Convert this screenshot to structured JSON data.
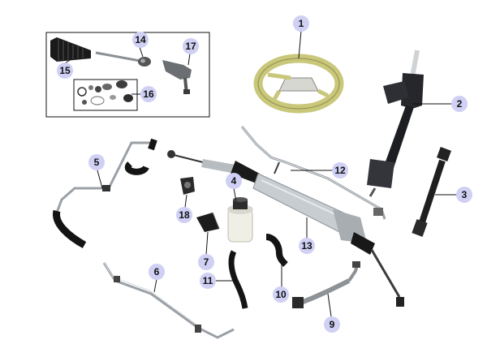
{
  "colors": {
    "badge_fill": "#cfd0f4",
    "leader_line": "#111111",
    "steering_wheel": "#c9c77a",
    "column_dark": "#1d1e22",
    "metal_light": "#cfd3d6",
    "hose_black": "#141414"
  },
  "callouts": {
    "c1": "1",
    "c2": "2",
    "c3": "3",
    "c4": "4",
    "c5": "5",
    "c6": "6",
    "c7": "7",
    "c9": "9",
    "c10": "10",
    "c11": "11",
    "c12": "12",
    "c13": "13",
    "c14": "14",
    "c15": "15",
    "c16": "16",
    "c17": "17",
    "c18": "18"
  }
}
